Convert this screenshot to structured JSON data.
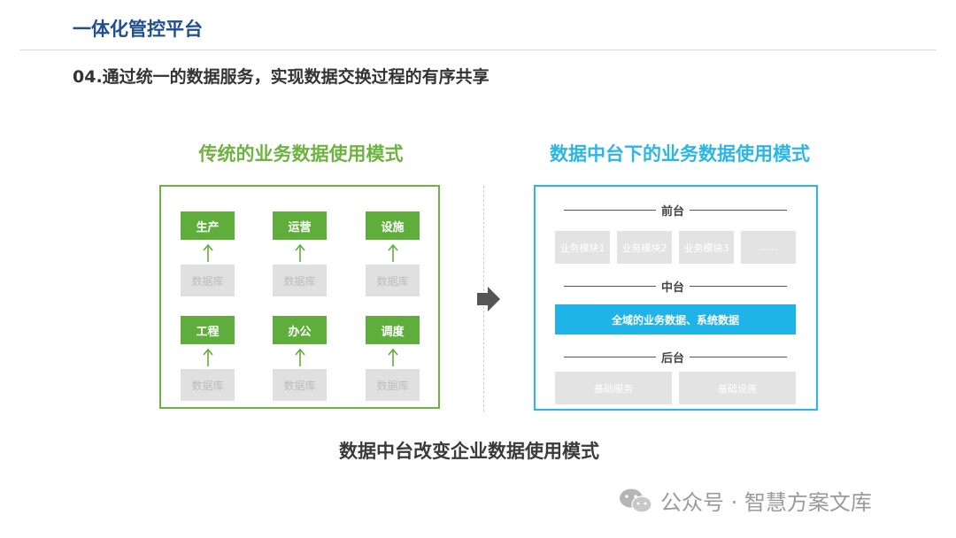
{
  "header": {
    "title": "一体化管控平台"
  },
  "subtitle": "04.通过统一的数据服务，实现数据交换过程的有序共享",
  "left_panel": {
    "title": "传统的业务数据使用模式",
    "apps": [
      "生产",
      "运营",
      "设施",
      "工程",
      "办公",
      "调度"
    ],
    "db_label": "数据库"
  },
  "right_panel": {
    "title": "数据中台下的业务数据使用模式",
    "front": {
      "label": "前台",
      "modules": [
        "业务模块1",
        "业务模块2",
        "业务模块3",
        "……"
      ]
    },
    "middle": {
      "label": "中台",
      "band": "全域的业务数据、系统数据"
    },
    "back": {
      "label": "后台",
      "modules": [
        "基础服务",
        "基础设施"
      ]
    }
  },
  "caption": "数据中台改变企业数据使用模式",
  "watermark": "公众号 · 智慧方案文库",
  "colors": {
    "green": "#5fae3c",
    "blue": "#1eb4e8",
    "navy": "#1f4f8f"
  }
}
